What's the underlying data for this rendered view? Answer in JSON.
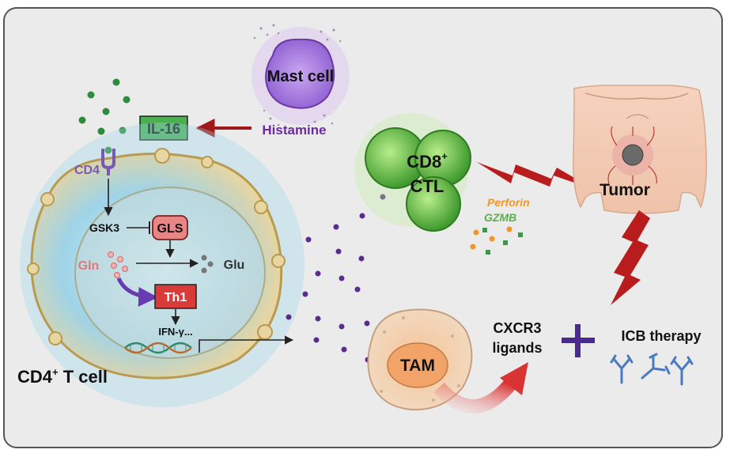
{
  "labels": {
    "mast_cell": "Mast cell",
    "histamine": "Histamine",
    "il16": "IL-16",
    "cd4": "CD4",
    "gsk3": "GSK3",
    "gls": "GLS",
    "gln": "Gln",
    "glu": "Glu",
    "th1": "Th1",
    "ifn": "IFN-γ...",
    "cd4_t_cell_main": "CD4",
    "cd4_t_cell_sup": "+",
    "cd4_t_cell_rest": " T cell",
    "cd8_main": "CD8",
    "cd8_sup": "+",
    "ctl": "CTL",
    "perforin": "Perforin",
    "gzmb": "GZMB",
    "tumor": "Tumor",
    "tam": "TAM",
    "cxcr3_line1": "CXCR3",
    "cxcr3_line2": "ligands",
    "icb_therapy": "ICB therapy"
  },
  "colors": {
    "il16_box": "#4caf50",
    "histamine_text": "#6a2ca0",
    "cd4_text": "#7a5ab0",
    "gls_box": "#e88585",
    "th1_box": "#d93a3a",
    "gln_text": "#e07a7a",
    "perforin_text": "#f0952a",
    "gzmb_text": "#5ab04a",
    "lightning": "#b81c1c",
    "plus": "#4a2a90",
    "antibody": "#4a7ac0",
    "cytokine_dot": "#5a2d8c",
    "il16_dot": "#2e8b3c"
  }
}
